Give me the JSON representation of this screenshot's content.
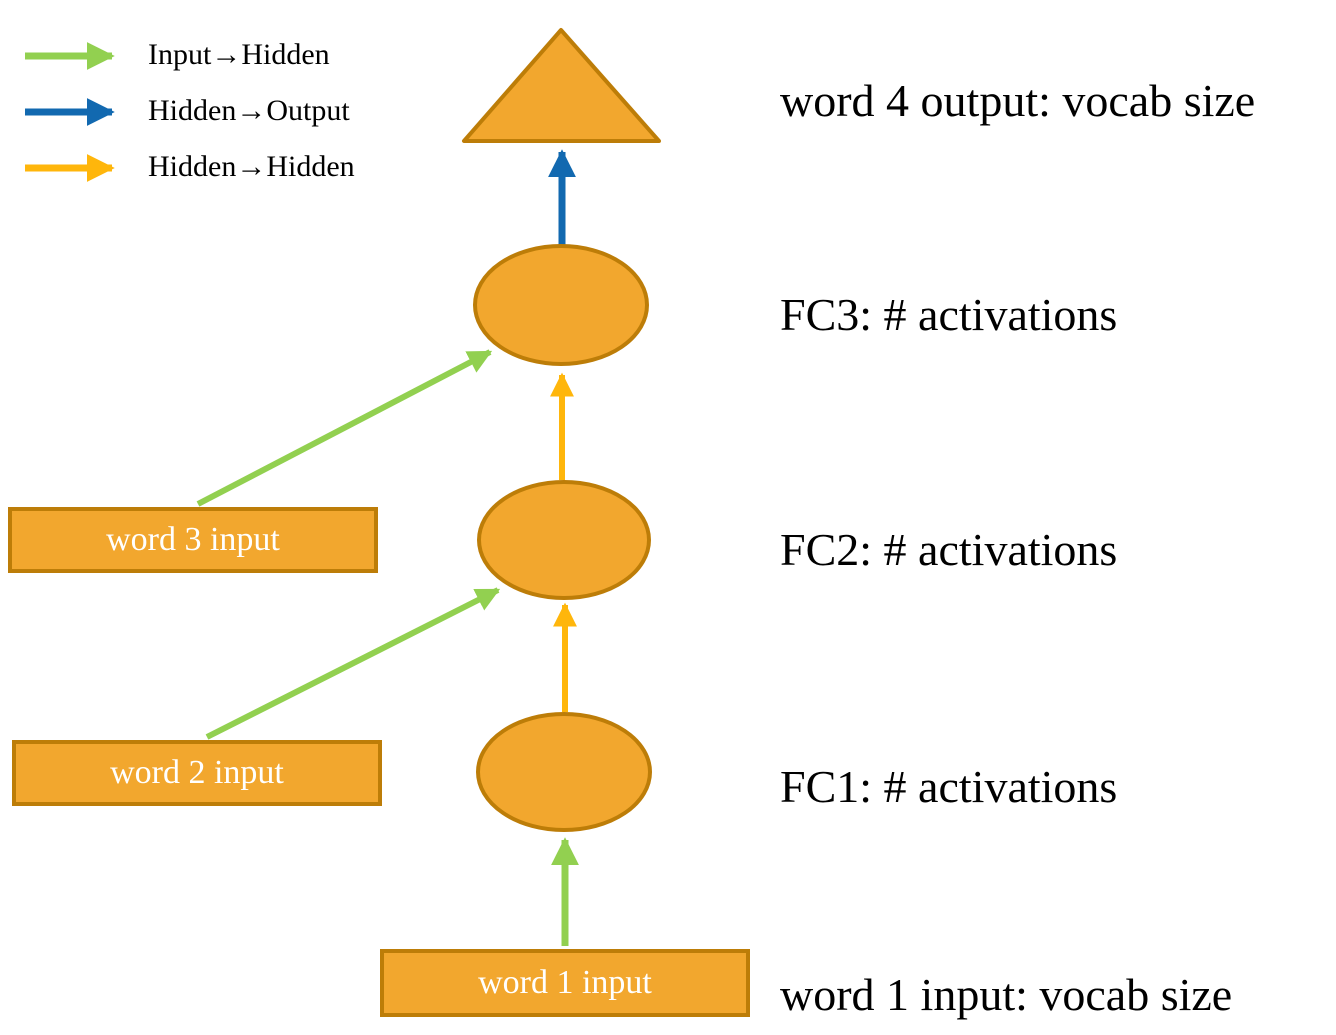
{
  "colors": {
    "background": "#FFFFFF",
    "node_fill": "#F2A72E",
    "node_stroke": "#BD7D08",
    "green": "#92D050",
    "blue": "#1269B0",
    "orange": "#FFB60B",
    "label_text": "#000000",
    "box_text": "#FFFFFF"
  },
  "legend": {
    "items": [
      {
        "name": "input-hidden",
        "label": "Input→Hidden",
        "color": "#92D050"
      },
      {
        "name": "hidden-output",
        "label": "Hidden→Output",
        "color": "#1269B0"
      },
      {
        "name": "hidden-hidden",
        "label": "Hidden→Hidden",
        "color": "#FFB60B"
      }
    ]
  },
  "boxes": {
    "word3": "word 3 input",
    "word2": "word 2 input",
    "word1": "word 1 input"
  },
  "side_labels": {
    "word4_output": "word 4 output: vocab size",
    "fc3": "FC3: # activations",
    "fc2": "FC2: # activations",
    "fc1": "FC1: # activations",
    "word1_input": "word 1 input: vocab size"
  }
}
